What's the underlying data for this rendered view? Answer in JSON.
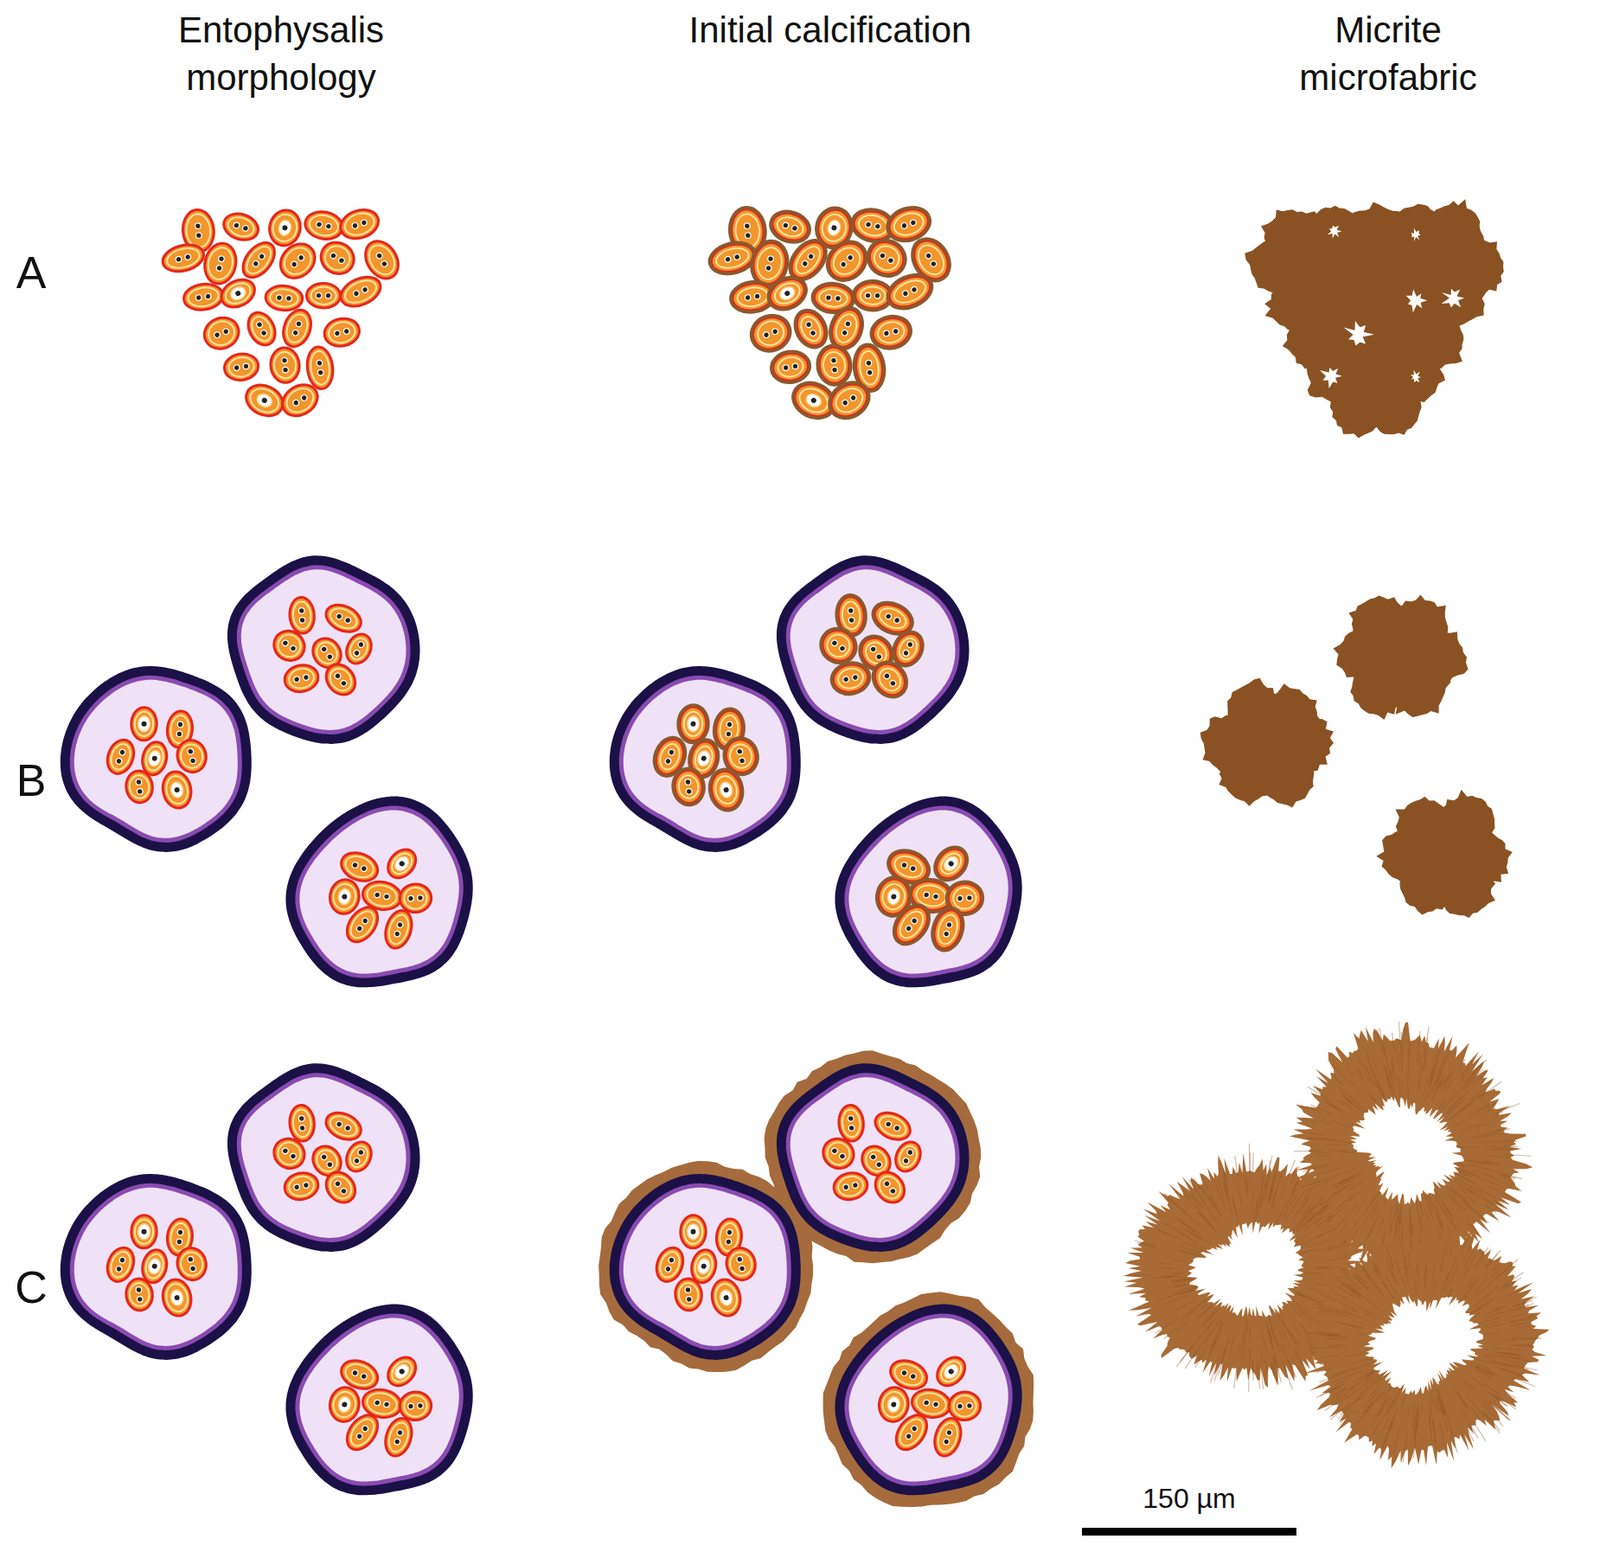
{
  "diagram": {
    "labels": [
      "Entophysalis morphology",
      "Initial calcification",
      "Micrite microfabric",
      "A",
      "B",
      "C",
      "150 µm"
    ]
  }
}
